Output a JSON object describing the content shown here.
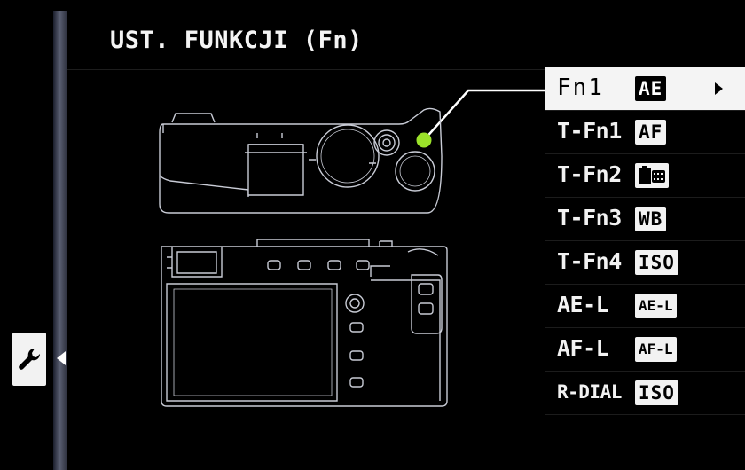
{
  "header": {
    "title": "UST. FUNKCJI (Fn)"
  },
  "sidebar": {
    "tab_icon": "wrench-icon",
    "arrow_icon": "caret-left-icon"
  },
  "menu": {
    "items": [
      {
        "label": "Fn1",
        "badge": "AE",
        "selected": true
      },
      {
        "label": "T-Fn1",
        "badge": "AF",
        "selected": false
      },
      {
        "label": "T-Fn2",
        "badge": "",
        "badge_icon": "film-simulation-icon",
        "selected": false
      },
      {
        "label": "T-Fn3",
        "badge": "WB",
        "selected": false
      },
      {
        "label": "T-Fn4",
        "badge": "ISO",
        "selected": false
      },
      {
        "label": "AE-L",
        "badge": "AE-L",
        "selected": false
      },
      {
        "label": "AF-L",
        "badge": "AF-L",
        "selected": false
      },
      {
        "label": "R-DIAL",
        "badge": "ISO",
        "selected": false
      }
    ]
  },
  "colors": {
    "highlight": "#f4f4f4",
    "indicator": "#9be22a",
    "outline": "#c9ccd6"
  }
}
